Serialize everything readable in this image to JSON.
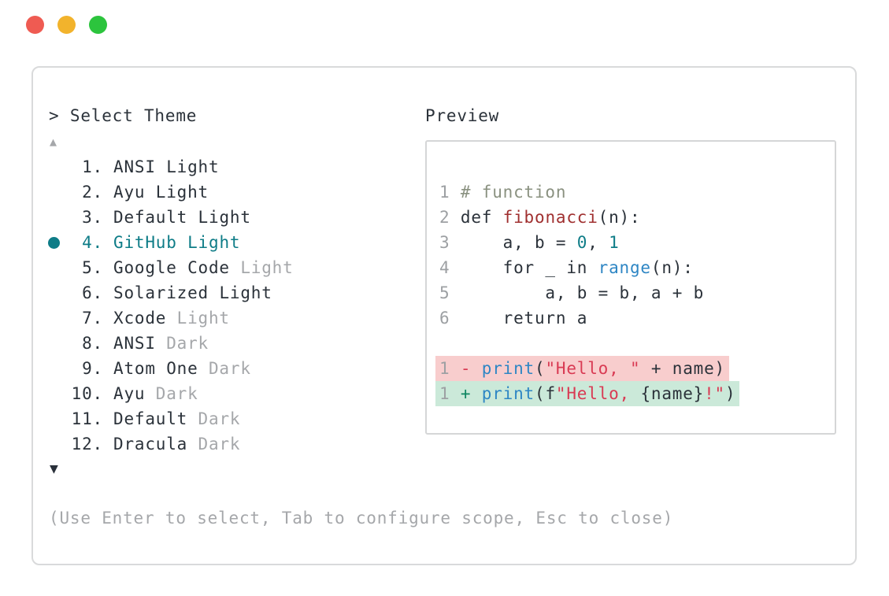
{
  "window": {
    "title": "> Select Theme",
    "preview_label": "Preview",
    "hint": "(Use Enter to select, Tab to configure scope, Esc to close)",
    "scroll_up": "▲",
    "scroll_down": "▼"
  },
  "traffic_lights": [
    {
      "name": "close",
      "color": "#ef5b52"
    },
    {
      "name": "minimize",
      "color": "#f2b32c"
    },
    {
      "name": "zoom",
      "color": "#2cc43d"
    }
  ],
  "theme_list": {
    "selected_number": "4.",
    "items": [
      {
        "number": "1.",
        "name": "ANSI",
        "variant": " Light",
        "variant_muted": false,
        "selected": false
      },
      {
        "number": "2.",
        "name": "Ayu",
        "variant": " Light",
        "variant_muted": false,
        "selected": false
      },
      {
        "number": "3.",
        "name": "Default",
        "variant": " Light",
        "variant_muted": false,
        "selected": false
      },
      {
        "number": "4.",
        "name": "GitHub",
        "variant": " Light",
        "variant_muted": false,
        "selected": true
      },
      {
        "number": "5.",
        "name": "Google Code",
        "variant": " Light",
        "variant_muted": true,
        "selected": false
      },
      {
        "number": "6.",
        "name": "Solarized",
        "variant": " Light",
        "variant_muted": false,
        "selected": false
      },
      {
        "number": "7.",
        "name": "Xcode",
        "variant": " Light",
        "variant_muted": true,
        "selected": false
      },
      {
        "number": "8.",
        "name": "ANSI",
        "variant": " Dark",
        "variant_muted": true,
        "selected": false
      },
      {
        "number": "9.",
        "name": "Atom One",
        "variant": " Dark",
        "variant_muted": true,
        "selected": false
      },
      {
        "number": "10.",
        "name": "Ayu",
        "variant": " Dark",
        "variant_muted": true,
        "selected": false
      },
      {
        "number": "11.",
        "name": "Default",
        "variant": " Dark",
        "variant_muted": true,
        "selected": false
      },
      {
        "number": "12.",
        "name": "Dracula",
        "variant": " Dark",
        "variant_muted": true,
        "selected": false
      }
    ]
  },
  "preview": {
    "code_lines": [
      {
        "tokens": [
          {
            "t": "1 ",
            "c": "ln"
          },
          {
            "t": "# function",
            "c": "comment"
          }
        ]
      },
      {
        "tokens": [
          {
            "t": "2 ",
            "c": "ln"
          },
          {
            "t": "def ",
            "c": "fg"
          },
          {
            "t": "fibonacci",
            "c": "func"
          },
          {
            "t": "(n):",
            "c": "fg"
          }
        ]
      },
      {
        "tokens": [
          {
            "t": "3 ",
            "c": "ln"
          },
          {
            "t": "    a, b = ",
            "c": "fg"
          },
          {
            "t": "0",
            "c": "num"
          },
          {
            "t": ", ",
            "c": "fg"
          },
          {
            "t": "1",
            "c": "num"
          }
        ]
      },
      {
        "tokens": [
          {
            "t": "4 ",
            "c": "ln"
          },
          {
            "t": "    for _ in ",
            "c": "fg"
          },
          {
            "t": "range",
            "c": "builtin"
          },
          {
            "t": "(n):",
            "c": "fg"
          }
        ]
      },
      {
        "tokens": [
          {
            "t": "5 ",
            "c": "ln"
          },
          {
            "t": "        a, b = b, a + b",
            "c": "fg"
          }
        ]
      },
      {
        "tokens": [
          {
            "t": "6 ",
            "c": "ln"
          },
          {
            "t": "    return a",
            "c": "fg"
          }
        ]
      }
    ],
    "diff_lines": [
      {
        "type": "removed",
        "tokens": [
          {
            "t": "1 ",
            "c": "ln"
          },
          {
            "t": "- ",
            "c": "minus"
          },
          {
            "t": "print",
            "c": "builtin"
          },
          {
            "t": "(",
            "c": "fg"
          },
          {
            "t": "\"Hello, \"",
            "c": "str"
          },
          {
            "t": " + name)",
            "c": "fg"
          }
        ]
      },
      {
        "type": "added",
        "tokens": [
          {
            "t": "1 ",
            "c": "ln"
          },
          {
            "t": "+ ",
            "c": "plus"
          },
          {
            "t": "print",
            "c": "builtin"
          },
          {
            "t": "(f",
            "c": "fg"
          },
          {
            "t": "\"Hello, ",
            "c": "str"
          },
          {
            "t": "{name}",
            "c": "fg"
          },
          {
            "t": "!\"",
            "c": "str"
          },
          {
            "t": ")",
            "c": "fg"
          }
        ]
      }
    ]
  },
  "colors": {
    "accent_teal": "#0e7c87",
    "text_dark": "#2b323a",
    "muted_gray": "#a5a7aa",
    "line_number_gray": "#9da0a3",
    "comment_olive": "#8a9180",
    "function_red": "#a03030",
    "builtin_blue": "#2e86c4",
    "string_red": "#d93a53",
    "diff_plus_green": "#0c8560",
    "removed_bg": "#f8cdcd",
    "added_bg": "#cbe9d9",
    "border_gray": "#d9dadb"
  }
}
